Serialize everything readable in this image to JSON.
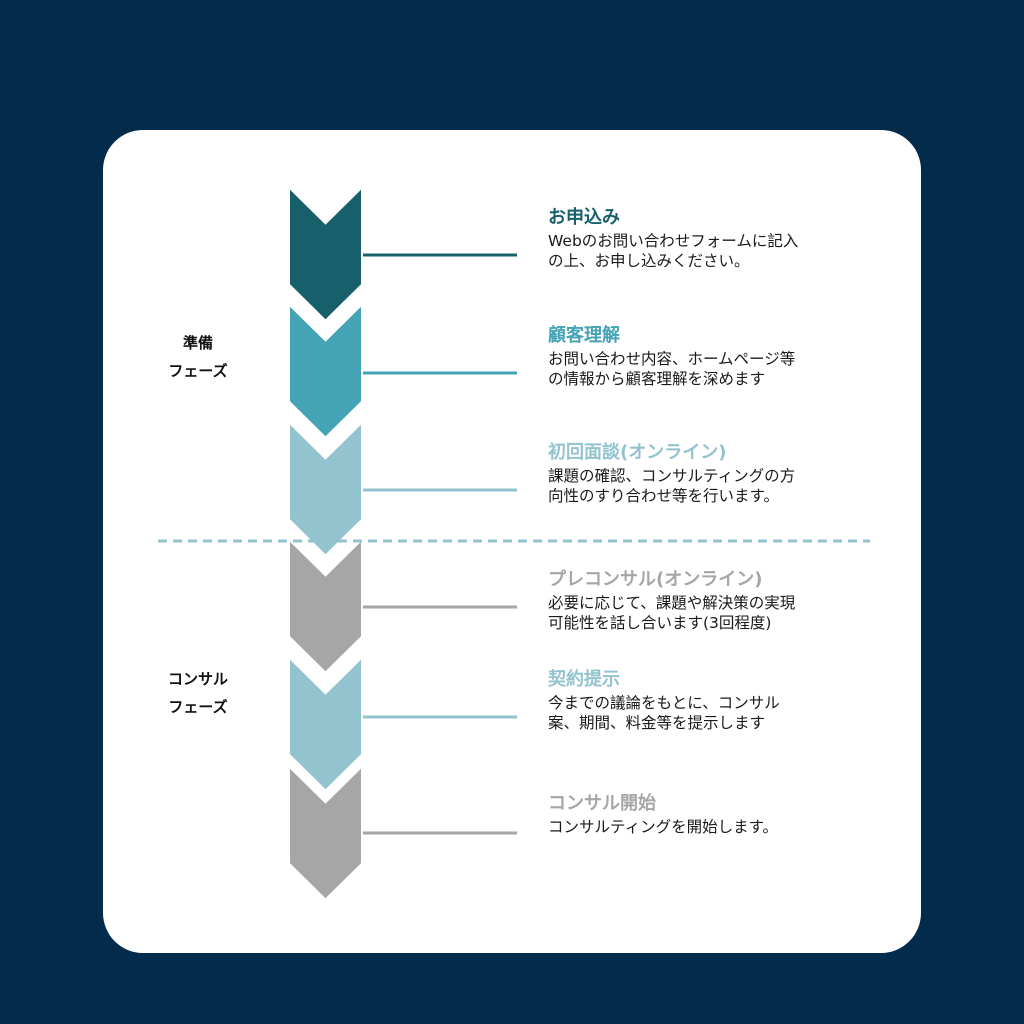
{
  "colors": {
    "background": "#022b4c",
    "dark_teal": "#17606b",
    "teal": "#44a3b5",
    "light_teal": "#92c3ce",
    "gray": "#a6a6a6",
    "divider": "#92c3ce"
  },
  "phases": [
    {
      "line1": "準備",
      "line2": "フェーズ"
    },
    {
      "line1": "コンサル",
      "line2": "フェーズ"
    }
  ],
  "steps": [
    {
      "title": "お申込み",
      "desc1": "Webのお問い合わせフォームに記入",
      "desc2": "の上、お申し込みください。",
      "color": "#17606b"
    },
    {
      "title": "顧客理解",
      "desc1": "お問い合わせ内容、ホームページ等",
      "desc2": "の情報から顧客理解を深めます",
      "color": "#44a3b5"
    },
    {
      "title": "初回面談(オンライン)",
      "desc1": "課題の確認、コンサルティングの方",
      "desc2": "向性のすり合わせ等を行います。",
      "color": "#92c3ce"
    },
    {
      "title": "プレコンサル(オンライン)",
      "desc1": "必要に応じて、課題や解決策の実現",
      "desc2": "可能性を話し合います(3回程度)",
      "color": "#a6a6a6"
    },
    {
      "title": "契約提示",
      "desc1": "今までの議論をもとに、コンサル",
      "desc2": "案、期間、料金等を提示します",
      "color": "#92c3ce"
    },
    {
      "title": "コンサル開始",
      "desc1": "コンサルティングを開始します。",
      "desc2": "",
      "color": "#a6a6a6"
    }
  ]
}
